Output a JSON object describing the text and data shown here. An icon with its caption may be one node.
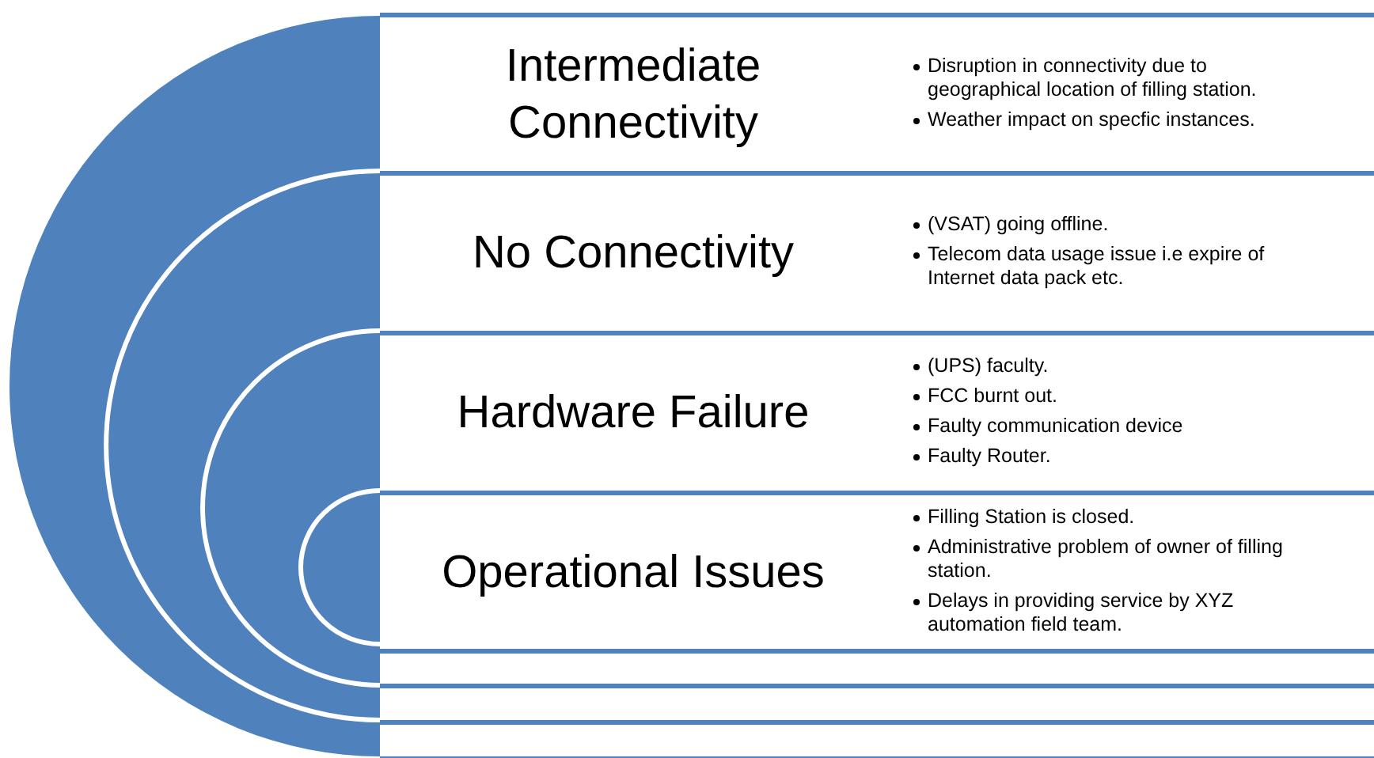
{
  "diagram": {
    "nodes": [
      {
        "text": [
          "Intermediate Connectivity",
          "Disruption in connectivity due to geographical location of filling station.",
          "Weather impact on specfic instances."
        ]
      },
      {
        "text": [
          "No Connectivity",
          "(VSAT) going offline.",
          "Telecom data usage issue i.e expire of Internet data pack etc."
        ]
      },
      {
        "text": [
          "Hardware Failure",
          "(UPS) faculty.",
          "FCC burnt out.",
          "Faulty communication device",
          "Faulty Router."
        ]
      },
      {
        "text": [
          "Operational Issues",
          "Filling Station is closed.",
          "Administrative problem of owner of filling station.",
          "Delays in providing service by XYZ automation field team."
        ]
      },
      {
        "text": [],
        "shape": "bar"
      },
      {
        "text": [],
        "shape": "bar"
      },
      {
        "text": [],
        "shape": "bar"
      }
    ]
  }
}
